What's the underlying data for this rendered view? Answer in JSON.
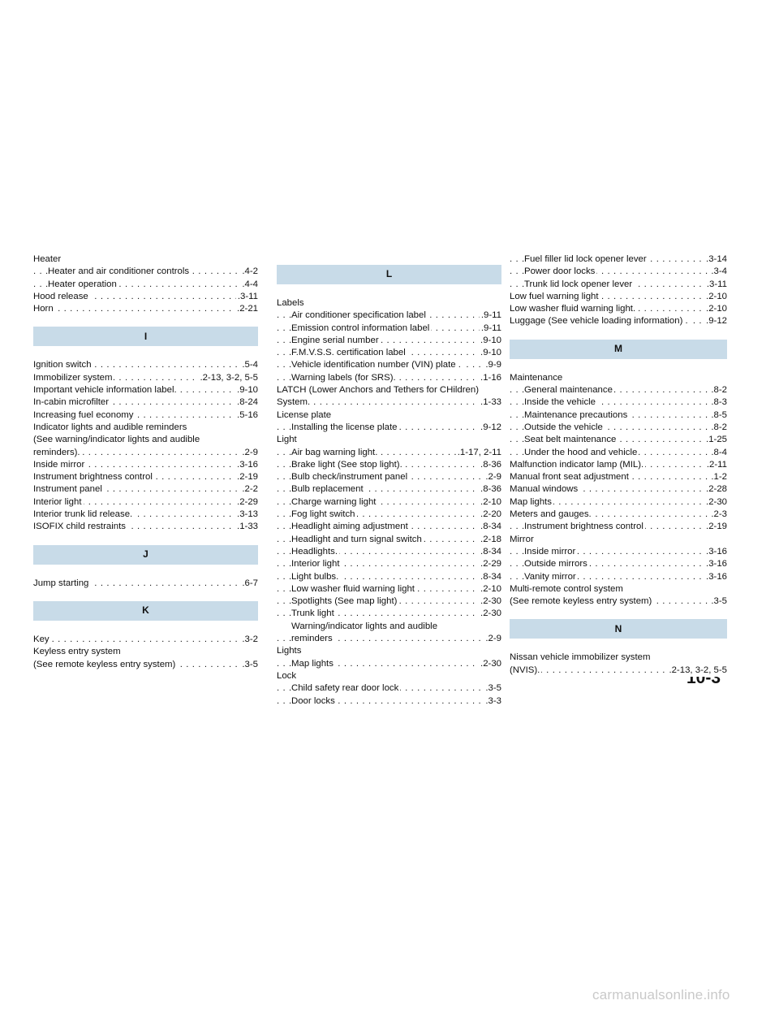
{
  "columns": [
    [
      {
        "t": "head",
        "text": "Heater"
      },
      {
        "t": "entry",
        "indent": 1,
        "label": "Heater and air conditioner controls",
        "page": ".4-2"
      },
      {
        "t": "entry",
        "indent": 1,
        "label": "Heater operation",
        "page": ".4-4"
      },
      {
        "t": "entry",
        "indent": 0,
        "label": "Hood release",
        "page": ".3-11"
      },
      {
        "t": "entry",
        "indent": 0,
        "label": "Horn",
        "page": ".2-21"
      },
      {
        "t": "band",
        "letter": "I"
      },
      {
        "t": "entry",
        "indent": 0,
        "label": "Ignition switch",
        "page": ".5-4"
      },
      {
        "t": "entry",
        "indent": 0,
        "label": "Immobilizer system",
        "page": ".2-13, 3-2, 5-5"
      },
      {
        "t": "entry",
        "indent": 0,
        "label": "Important vehicle information label.",
        "page": ".9-10"
      },
      {
        "t": "entry",
        "indent": 0,
        "label": "In-cabin microfilter",
        "page": ".8-24"
      },
      {
        "t": "entry",
        "indent": 0,
        "label": "Increasing fuel economy",
        "page": ".5-16"
      },
      {
        "t": "head",
        "text": "Indicator lights and audible reminders"
      },
      {
        "t": "head",
        "text": "(See warning/indicator lights and audible"
      },
      {
        "t": "entry",
        "indent": 0,
        "label": "reminders).",
        "page": ".2-9"
      },
      {
        "t": "entry",
        "indent": 0,
        "label": "Inside mirror",
        "page": ".3-16"
      },
      {
        "t": "entry",
        "indent": 0,
        "label": "Instrument brightness control",
        "page": ".2-19"
      },
      {
        "t": "entry",
        "indent": 0,
        "label": "Instrument panel",
        "page": ".2-2"
      },
      {
        "t": "entry",
        "indent": 0,
        "label": "Interior light",
        "page": ".2-29"
      },
      {
        "t": "entry",
        "indent": 0,
        "label": "Interior trunk lid release.",
        "page": ".3-13"
      },
      {
        "t": "entry",
        "indent": 0,
        "label": "ISOFIX child restraints",
        "page": ".1-33"
      },
      {
        "t": "band",
        "letter": "J"
      },
      {
        "t": "entry",
        "indent": 0,
        "label": "Jump starting",
        "page": ".6-7"
      },
      {
        "t": "band",
        "letter": "K"
      },
      {
        "t": "entry",
        "indent": 0,
        "label": "Key",
        "page": ".3-2"
      },
      {
        "t": "head",
        "text": "Keyless entry system"
      },
      {
        "t": "entry",
        "indent": 0,
        "label": "(See remote keyless entry system)",
        "page": ".3-5"
      }
    ],
    [
      {
        "t": "band",
        "letter": "L"
      },
      {
        "t": "head",
        "text": "Labels"
      },
      {
        "t": "entry",
        "indent": 1,
        "label": "Air conditioner specification label",
        "page": ".9-11"
      },
      {
        "t": "entry",
        "indent": 1,
        "label": "Emission control information label",
        "page": ".9-11"
      },
      {
        "t": "entry",
        "indent": 1,
        "label": "Engine serial number",
        "page": ".9-10"
      },
      {
        "t": "entry",
        "indent": 1,
        "label": "F.M.V.S.S. certification label",
        "page": ".9-10"
      },
      {
        "t": "entry",
        "indent": 1,
        "label": "Vehicle identification number (VIN) plate .",
        "page": ".9-9"
      },
      {
        "t": "entry",
        "indent": 1,
        "label": "Warning labels (for SRS).",
        "page": ".1-16"
      },
      {
        "t": "head",
        "text": "LATCH (Lower Anchors and Tethers for CHildren)"
      },
      {
        "t": "entry",
        "indent": 0,
        "label": "System.",
        "page": ".1-33"
      },
      {
        "t": "head",
        "text": "License plate"
      },
      {
        "t": "entry",
        "indent": 1,
        "label": "Installing the license plate",
        "page": ".9-12"
      },
      {
        "t": "head",
        "text": "Light"
      },
      {
        "t": "entry",
        "indent": 1,
        "label": "Air bag warning light.",
        "page": ".1-17, 2-11"
      },
      {
        "t": "entry",
        "indent": 1,
        "label": "Brake light (See stop light).",
        "page": ".8-36"
      },
      {
        "t": "entry",
        "indent": 1,
        "label": "Bulb check/instrument panel",
        "page": ".2-9"
      },
      {
        "t": "entry",
        "indent": 1,
        "label": "Bulb replacement",
        "page": ".8-36"
      },
      {
        "t": "entry",
        "indent": 1,
        "label": "Charge warning light",
        "page": ".2-10"
      },
      {
        "t": "entry",
        "indent": 1,
        "label": "Fog light switch",
        "page": ".2-20"
      },
      {
        "t": "entry",
        "indent": 1,
        "label": "Headlight aiming adjustment",
        "page": ".8-34"
      },
      {
        "t": "entry",
        "indent": 1,
        "label": "Headlight and turn signal switch",
        "page": ".2-18"
      },
      {
        "t": "entry",
        "indent": 1,
        "label": "Headlights.",
        "page": ".8-34"
      },
      {
        "t": "entry",
        "indent": 1,
        "label": "Interior light",
        "page": ".2-29"
      },
      {
        "t": "entry",
        "indent": 1,
        "label": "Light bulbs.",
        "page": ".8-34"
      },
      {
        "t": "entry",
        "indent": 1,
        "label": "Low washer fluid warning light",
        "page": ".2-10"
      },
      {
        "t": "entry",
        "indent": 1,
        "label": "Spotlights (See map light)",
        "page": ".2-30"
      },
      {
        "t": "entry",
        "indent": 1,
        "label": "Trunk light",
        "page": ".2-30"
      },
      {
        "t": "cont",
        "indent": 1,
        "text": "Warning/indicator lights and audible"
      },
      {
        "t": "entry",
        "indent": 1,
        "label": "reminders",
        "page": ".2-9"
      },
      {
        "t": "head",
        "text": "Lights"
      },
      {
        "t": "entry",
        "indent": 1,
        "label": "Map lights",
        "page": ".2-30"
      },
      {
        "t": "head",
        "text": "Lock"
      },
      {
        "t": "entry",
        "indent": 1,
        "label": "Child safety rear door lock",
        "page": ".3-5"
      },
      {
        "t": "entry",
        "indent": 1,
        "label": "Door locks",
        "page": ".3-3"
      }
    ],
    [
      {
        "t": "entry",
        "indent": 1,
        "label": "Fuel filler lid lock opener lever",
        "page": ".3-14"
      },
      {
        "t": "entry",
        "indent": 1,
        "label": "Power door locks",
        "page": ".3-4"
      },
      {
        "t": "entry",
        "indent": 1,
        "label": "Trunk lid lock opener lever",
        "page": ".3-11"
      },
      {
        "t": "entry",
        "indent": 0,
        "label": "Low fuel warning light",
        "page": ".2-10"
      },
      {
        "t": "entry",
        "indent": 0,
        "label": "Low washer fluid warning light.",
        "page": ".2-10"
      },
      {
        "t": "entry",
        "indent": 0,
        "label": "Luggage (See vehicle loading information) .",
        "page": ".9-12"
      },
      {
        "t": "band",
        "letter": "M"
      },
      {
        "t": "head",
        "text": "Maintenance"
      },
      {
        "t": "entry",
        "indent": 1,
        "label": "General maintenance",
        "page": ".8-2"
      },
      {
        "t": "entry",
        "indent": 1,
        "label": "Inside the vehicle",
        "page": ".8-3"
      },
      {
        "t": "entry",
        "indent": 1,
        "label": "Maintenance precautions",
        "page": ".8-5"
      },
      {
        "t": "entry",
        "indent": 1,
        "label": "Outside the vehicle",
        "page": ".8-2"
      },
      {
        "t": "entry",
        "indent": 1,
        "label": "Seat belt maintenance",
        "page": ".1-25"
      },
      {
        "t": "entry",
        "indent": 1,
        "label": "Under the hood and vehicle",
        "page": ".8-4"
      },
      {
        "t": "entry",
        "indent": 0,
        "label": "Malfunction indicator lamp (MIL).",
        "page": ".2-11"
      },
      {
        "t": "entry",
        "indent": 0,
        "label": "Manual front seat adjustment",
        "page": ".1-2"
      },
      {
        "t": "entry",
        "indent": 0,
        "label": "Manual windows",
        "page": ".2-28"
      },
      {
        "t": "entry",
        "indent": 0,
        "label": "Map lights",
        "page": ".2-30"
      },
      {
        "t": "entry",
        "indent": 0,
        "label": "Meters and gauges.",
        "page": ".2-3"
      },
      {
        "t": "entry",
        "indent": 1,
        "label": "Instrument brightness control",
        "page": ".2-19"
      },
      {
        "t": "head",
        "text": "Mirror"
      },
      {
        "t": "entry",
        "indent": 1,
        "label": "Inside mirror",
        "page": ".3-16"
      },
      {
        "t": "entry",
        "indent": 1,
        "label": "Outside mirrors",
        "page": ".3-16"
      },
      {
        "t": "entry",
        "indent": 1,
        "label": "Vanity mirror",
        "page": ".3-16"
      },
      {
        "t": "head",
        "text": "Multi-remote control system"
      },
      {
        "t": "entry",
        "indent": 0,
        "label": "(See remote keyless entry system)",
        "page": ".3-5"
      },
      {
        "t": "band",
        "letter": "N"
      },
      {
        "t": "head",
        "text": "Nissan vehicle immobilizer system"
      },
      {
        "t": "entry",
        "indent": 0,
        "label": "(NVIS).",
        "page": ".2-13, 3-2, 5-5"
      }
    ]
  ],
  "page_number": "10-3",
  "watermark": "carmanualsonline.info"
}
